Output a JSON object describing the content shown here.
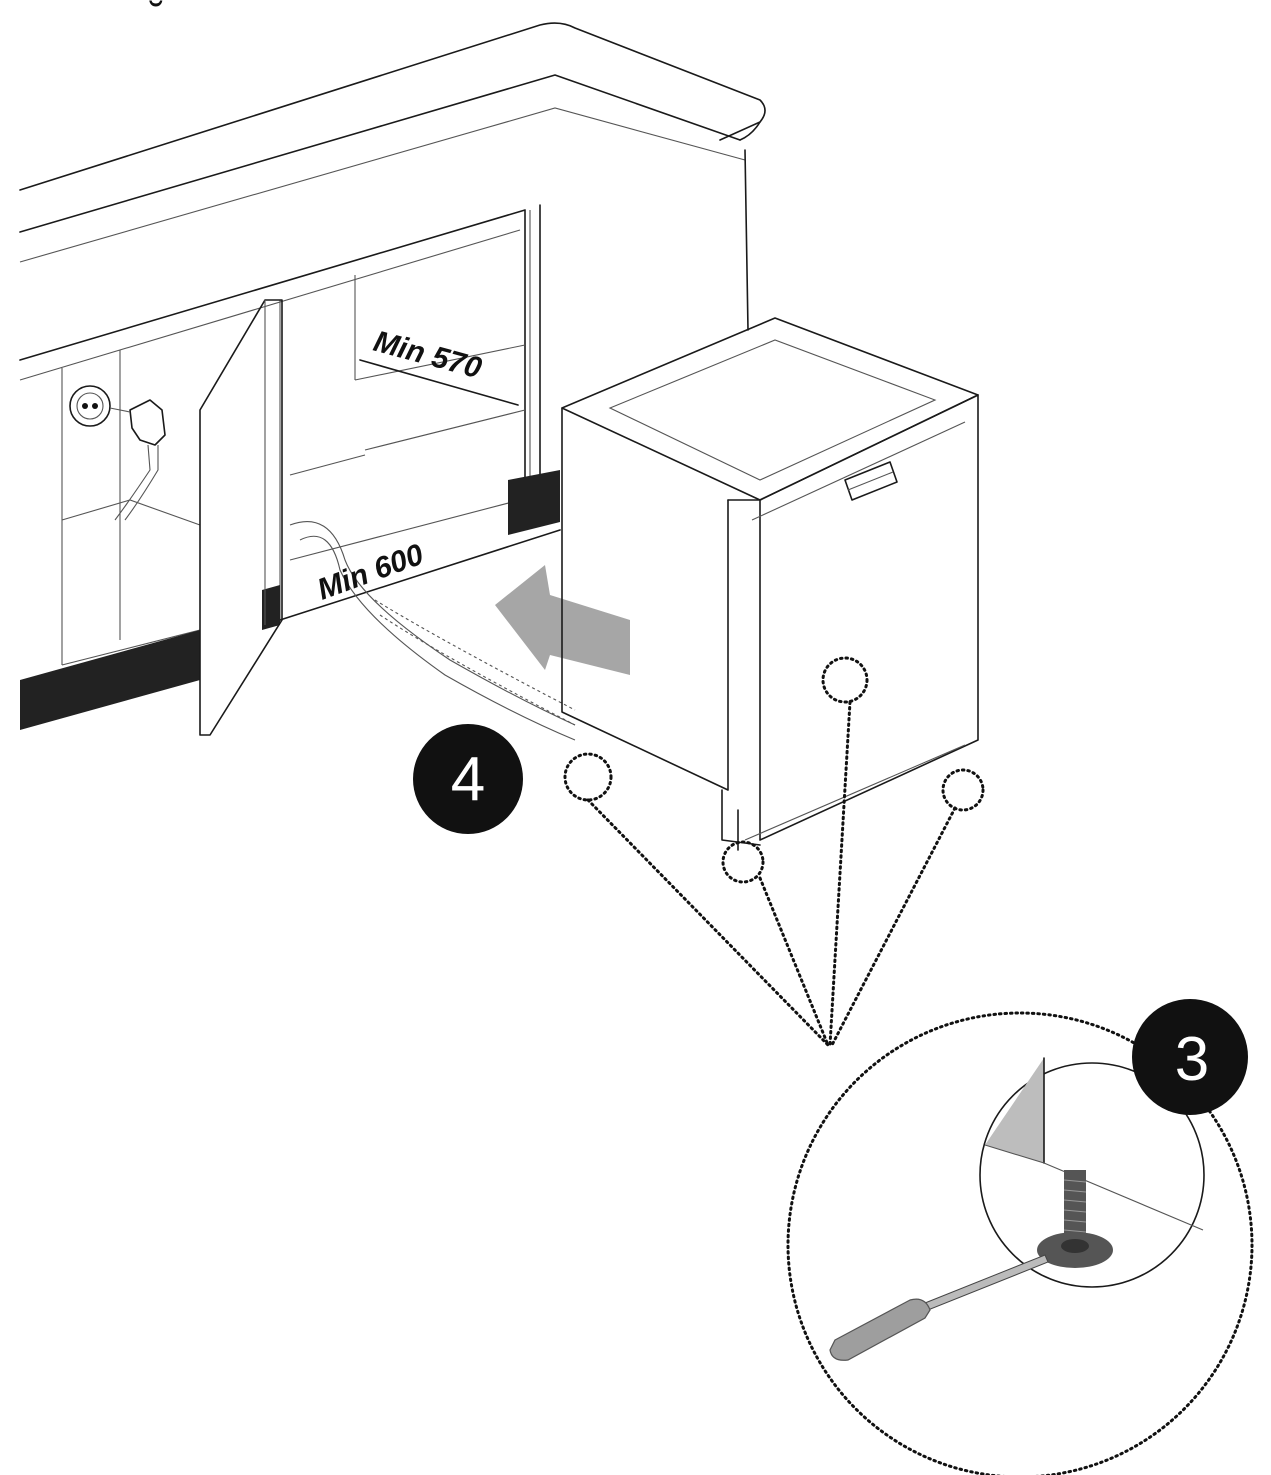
{
  "diagram": {
    "type": "installation-illustration",
    "subject": "Built-in dishwasher installation into kitchen cabinet niche",
    "top_mark": "˘",
    "dimensions": {
      "depth_label": "Min 570",
      "width_label": "Min 600"
    },
    "steps": [
      {
        "number": "4",
        "meaning": "Push dishwasher into cabinet niche"
      },
      {
        "number": "3",
        "meaning": "Adjust leveling feet with screwdriver"
      }
    ],
    "elements": [
      "kitchen-countertop",
      "cabinet-with-open-door",
      "wall-power-socket",
      "plug-and-cable",
      "drain-hose",
      "dishwasher-unit",
      "insertion-arrow",
      "adjustable-feet-callouts",
      "detail-magnifier-screwdriver-foot"
    ],
    "colors": {
      "line": "#1a1a1a",
      "badge": "#111111",
      "arrow": "#a6a6a6",
      "plinth": "#222222",
      "background": "#ffffff"
    }
  }
}
